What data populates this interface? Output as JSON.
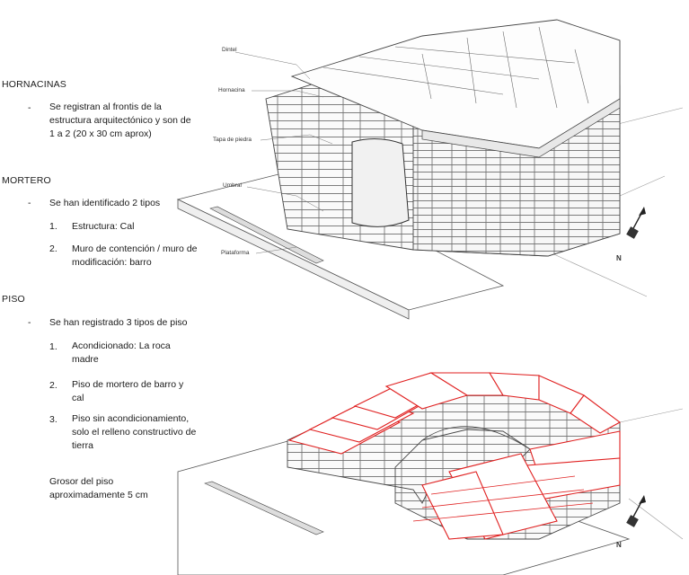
{
  "sections": {
    "hornacinas": {
      "title": "HORNACINAS",
      "bullet": "Se registran al frontis de la estructura arquitectónico y son de 1 a 2 (20 x 30 cm aprox)"
    },
    "mortero": {
      "title": "MORTERO",
      "bullet": "Se han identificado 2 tipos",
      "items": [
        {
          "num": "1.",
          "text": "Estructura: Cal"
        },
        {
          "num": "2.",
          "text": "Muro de contención / muro de modificación: barro"
        }
      ]
    },
    "piso": {
      "title": "PISO",
      "bullet": "Se han registrado 3 tipos de piso",
      "items": [
        {
          "num": "1.",
          "text": "Acondicionado: La roca madre"
        },
        {
          "num": "2.",
          "text": "Piso de mortero de barro y cal"
        },
        {
          "num": "3.",
          "text": "Piso sin acondicionamiento, solo el relleno constructivo de tierra"
        }
      ],
      "note": "Grosor del piso aproximadamente 5 cm"
    }
  },
  "diagram_labels": {
    "dintel": "Dintel",
    "hornacina": "Hornacina",
    "tapa": "Tapa de piedra",
    "umbral": "Umbral",
    "plataforma": "Plataforma"
  },
  "north": "N",
  "colors": {
    "floor_highlight": "#e02020",
    "stone_line": "#444444"
  }
}
